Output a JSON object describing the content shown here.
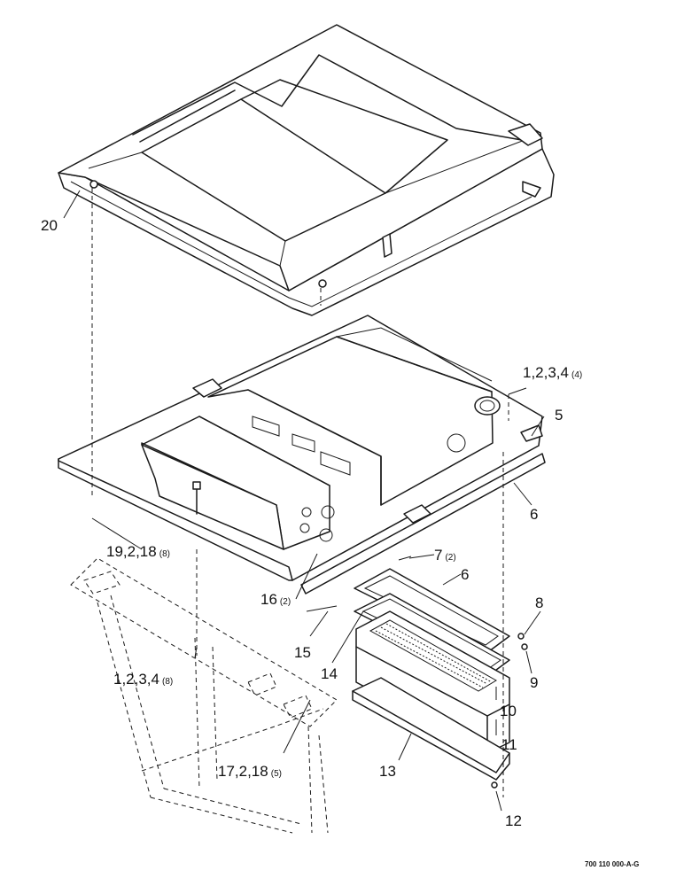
{
  "callouts": {
    "c1": {
      "main": "20",
      "qty": ""
    },
    "c2": {
      "main": "1,2,3,4",
      "qty": "(4)"
    },
    "c3": {
      "main": "5",
      "qty": ""
    },
    "c4": {
      "main": "6",
      "qty": ""
    },
    "c5": {
      "main": "19,2,18",
      "qty": "(8)"
    },
    "c6": {
      "main": "7",
      "qty": "(2)"
    },
    "c7": {
      "main": "6",
      "qty": ""
    },
    "c8": {
      "main": "16",
      "qty": "(2)"
    },
    "c9": {
      "main": "15",
      "qty": ""
    },
    "c10": {
      "main": "14",
      "qty": ""
    },
    "c11": {
      "main": "8",
      "qty": ""
    },
    "c12": {
      "main": "9",
      "qty": ""
    },
    "c13": {
      "main": "1,2,3,4",
      "qty": "(8)"
    },
    "c14": {
      "main": "10",
      "qty": ""
    },
    "c15": {
      "main": "11",
      "qty": ""
    },
    "c16": {
      "main": "17,2,18",
      "qty": "(5)"
    },
    "c17": {
      "main": "13",
      "qty": ""
    },
    "c18": {
      "main": "12",
      "qty": ""
    }
  },
  "drawing_code": "700 110 000-A-G"
}
